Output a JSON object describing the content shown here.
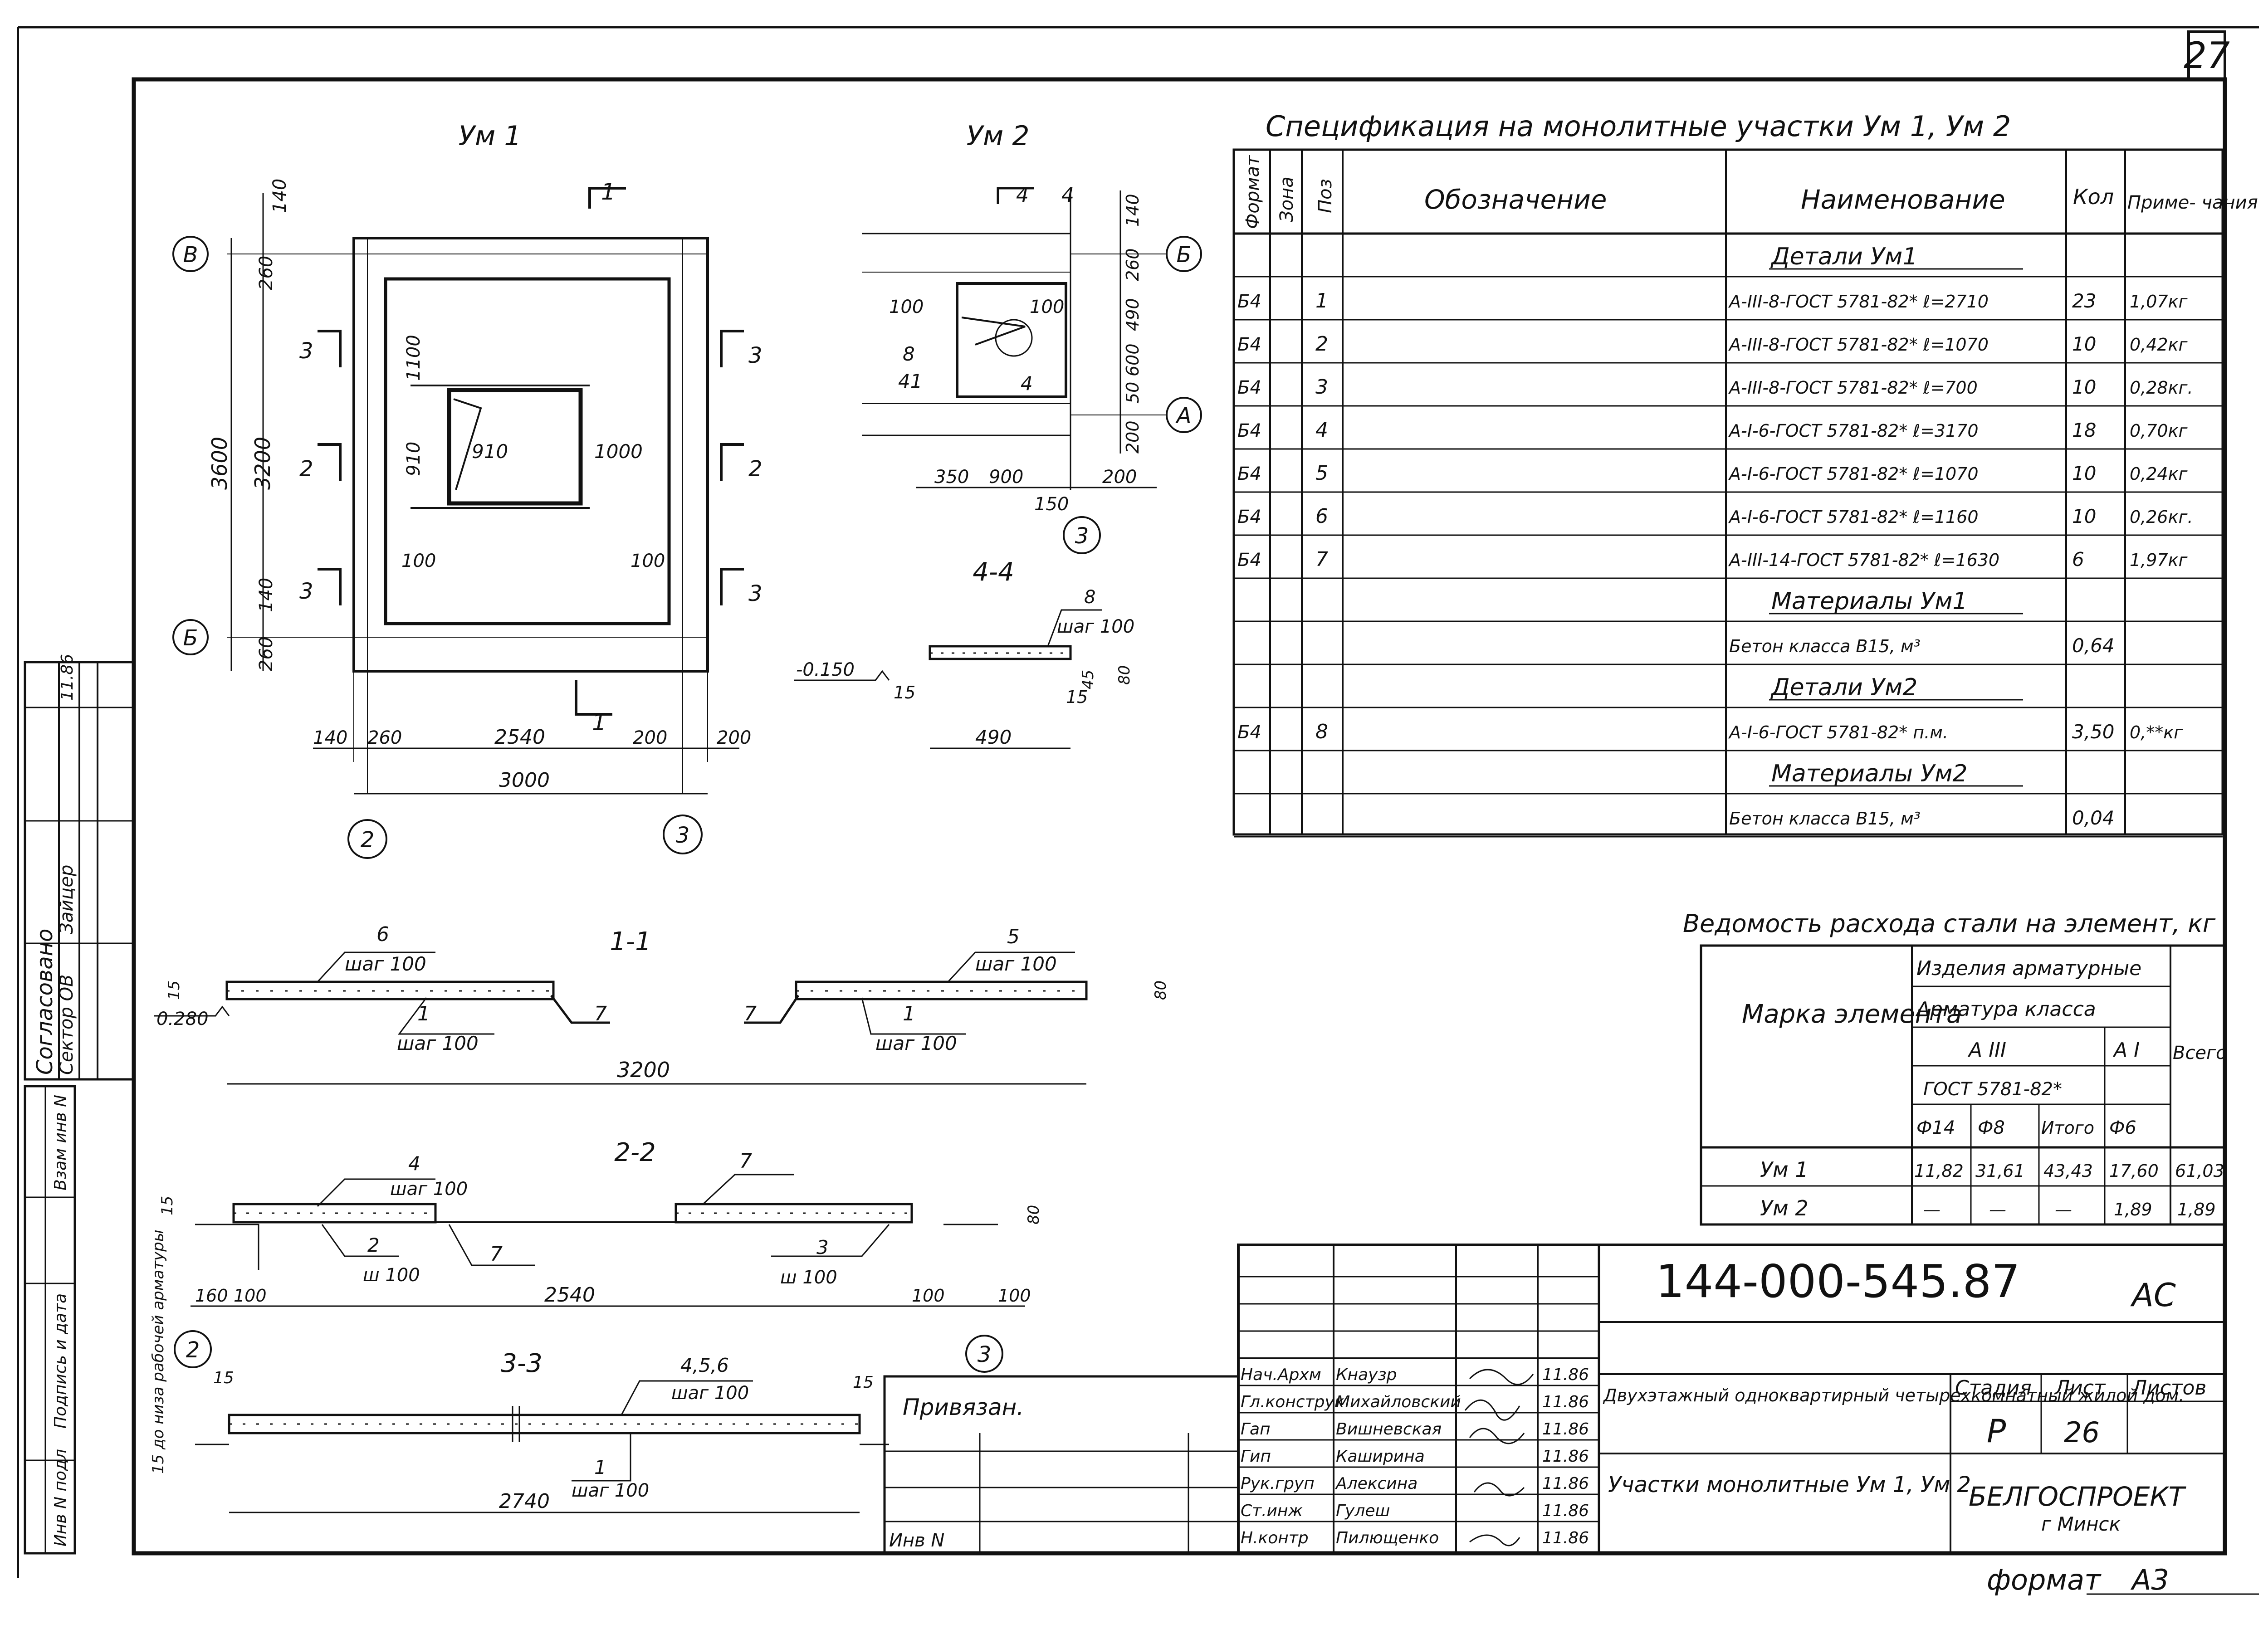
{
  "sheet_number": "27",
  "side_stamp": {
    "approved": "Согласовано",
    "sector": "Сектор ОВ",
    "name": "Зайцер",
    "date": "11.86",
    "vzam": "Взам инв N",
    "podpis": "Подпись и дата",
    "inv_podl": "Инв N подл"
  },
  "plan_um1": {
    "title": "Ум 1",
    "axes": {
      "v_top": "В",
      "b_bottom": "Б",
      "two": "2",
      "three": "3"
    },
    "section_marks": [
      "1",
      "1",
      "3",
      "3",
      "2",
      "2",
      "3",
      "3"
    ],
    "dims_left": [
      "140",
      "260",
      "3600",
      "3200",
      "140",
      "260"
    ],
    "dims_inner": [
      "1100",
      "910",
      "910",
      "1000",
      "100",
      "100"
    ],
    "dims_bottom": [
      "140",
      "260",
      "2540",
      "200",
      "200",
      "3000"
    ]
  },
  "plan_um2": {
    "title": "Ум 2",
    "axes": {
      "b": "Б",
      "a": "А",
      "three": "3"
    },
    "section_marks": [
      "4",
      "4"
    ],
    "dims_right": [
      "140",
      "260",
      "490",
      "600",
      "50",
      "200"
    ],
    "dims_inner": [
      "100",
      "100",
      "8",
      "41",
      "4"
    ],
    "dims_bottom": [
      "350",
      "900",
      "200",
      "150"
    ]
  },
  "section_44": {
    "title": "4-4",
    "pos": "8",
    "step": "шаг 100",
    "level": "-0.150",
    "dims": [
      "15",
      "15",
      "45",
      "80",
      "490"
    ]
  },
  "section_11": {
    "title": "1-1",
    "labels": [
      "6",
      "шаг 100",
      "5",
      "шаг 100",
      "1",
      "шаг 100",
      "7",
      "7",
      "1",
      "шаг 100"
    ],
    "level": "0.280",
    "dims": [
      "15",
      "80",
      "3200"
    ]
  },
  "section_22": {
    "title": "2-2",
    "labels": [
      "4",
      "шаг 100",
      "7",
      "2",
      "ш 100",
      "7",
      "3",
      "ш 100"
    ],
    "dims": [
      "15",
      "80",
      "160",
      "100",
      "2540",
      "100",
      "100"
    ],
    "axes": [
      "2",
      "3"
    ]
  },
  "section_33": {
    "title": "3-3",
    "labels": [
      "4,5,6",
      "шаг 100",
      "1",
      "шаг 100"
    ],
    "dims": [
      "15",
      "15",
      "2740"
    ],
    "note": "15 до низа рабочей арматуры"
  },
  "spec_table": {
    "title": "Спецификация на монолитные участки Ум 1, Ум 2",
    "headers": [
      "Формат",
      "Зона",
      "Поз",
      "Обозначение",
      "Наименование",
      "Кол",
      "Приме-\nчания"
    ],
    "rows": [
      {
        "kind": "section",
        "name": "Детали Ум1"
      },
      {
        "fmt": "Б4",
        "zone": "",
        "pos": "1",
        "designation": "",
        "name": "А-III-8-ГОСТ 5781-82* ℓ=2710",
        "qty": "23",
        "note": "1,07кг"
      },
      {
        "fmt": "Б4",
        "zone": "",
        "pos": "2",
        "designation": "",
        "name": "А-III-8-ГОСТ 5781-82* ℓ=1070",
        "qty": "10",
        "note": "0,42кг"
      },
      {
        "fmt": "Б4",
        "zone": "",
        "pos": "3",
        "designation": "",
        "name": "А-III-8-ГОСТ 5781-82* ℓ=700",
        "qty": "10",
        "note": "0,28кг."
      },
      {
        "fmt": "Б4",
        "zone": "",
        "pos": "4",
        "designation": "",
        "name": "А-I-6-ГОСТ 5781-82* ℓ=3170",
        "qty": "18",
        "note": "0,70кг"
      },
      {
        "fmt": "Б4",
        "zone": "",
        "pos": "5",
        "designation": "",
        "name": "А-I-6-ГОСТ 5781-82* ℓ=1070",
        "qty": "10",
        "note": "0,24кг"
      },
      {
        "fmt": "Б4",
        "zone": "",
        "pos": "6",
        "designation": "",
        "name": "А-I-6-ГОСТ 5781-82* ℓ=1160",
        "qty": "10",
        "note": "0,26кг."
      },
      {
        "fmt": "Б4",
        "zone": "",
        "pos": "7",
        "designation": "",
        "name": "А-III-14-ГОСТ 5781-82* ℓ=1630",
        "qty": "6",
        "note": "1,97кг"
      },
      {
        "kind": "section",
        "name": "Материалы Ум1"
      },
      {
        "fmt": "",
        "zone": "",
        "pos": "",
        "designation": "",
        "name": "Бетон класса В15, м³",
        "qty": "0,64",
        "note": ""
      },
      {
        "kind": "section",
        "name": "Детали Ум2"
      },
      {
        "fmt": "Б4",
        "zone": "",
        "pos": "8",
        "designation": "",
        "name": "А-I-6-ГОСТ 5781-82* п.м.",
        "qty": "3,50",
        "note": "0,**кг"
      },
      {
        "kind": "section",
        "name": "Материалы Ум2"
      },
      {
        "fmt": "",
        "zone": "",
        "pos": "",
        "designation": "",
        "name": "Бетон класса В15, м³",
        "qty": "0,04",
        "note": ""
      }
    ]
  },
  "steel_table": {
    "title": "Ведомость расхода стали на элемент, кг",
    "h_mark": "Марка элемента",
    "h_products": "Изделия арматурные",
    "h_class": "Арматура класса",
    "h_a3": "А III",
    "h_a1": "А I",
    "h_total": "Всего",
    "h_gost": "ГОСТ 5781-82*",
    "h_cols": [
      "Ф14",
      "Ф8",
      "Итого",
      "Ф6"
    ],
    "rows": [
      {
        "mark": "Ум 1",
        "d14": "11,82",
        "d8": "31,61",
        "itogo": "43,43",
        "d6": "17,60",
        "total": "61,03"
      },
      {
        "mark": "Ум 2",
        "d14": "—",
        "d8": "—",
        "itogo": "—",
        "d6": "1,89",
        "total": "1,89"
      }
    ]
  },
  "privyazan": {
    "label": "Привязан.",
    "inv": "Инв N"
  },
  "title_block": {
    "code": "144-000-545.87",
    "mark": "АС",
    "staff": [
      {
        "role": "Нач.Архм",
        "name": "Кнаузр",
        "date": "11.86"
      },
      {
        "role": "Гл.конструк",
        "name": "Михайловский",
        "date": "11.86"
      },
      {
        "role": "Гап",
        "name": "Вишневская",
        "date": "11.86"
      },
      {
        "role": "Гип",
        "name": "Каширина",
        "date": "11.86"
      },
      {
        "role": "Рук.груп",
        "name": "Алексина",
        "date": "11.86"
      },
      {
        "role": "Ст.инж",
        "name": "Гулеш",
        "date": "11.86"
      },
      {
        "role": "Н.контр",
        "name": "Пилющенко",
        "date": "11.86"
      }
    ],
    "project_name": "Двухэтажный одноквартирный четырехкомнатный жилой дом.",
    "sheet_name": "Участки монолитные Ум 1, Ум 2",
    "stage_label": "Стадия",
    "sheet_label": "Лист",
    "sheets_label": "Листов",
    "stage": "Р",
    "sheet": "26",
    "sheets": "",
    "org": "БЕЛГОСПРОЕКТ",
    "city": "г Минск"
  },
  "format": {
    "label": "формат",
    "value": "А3"
  }
}
